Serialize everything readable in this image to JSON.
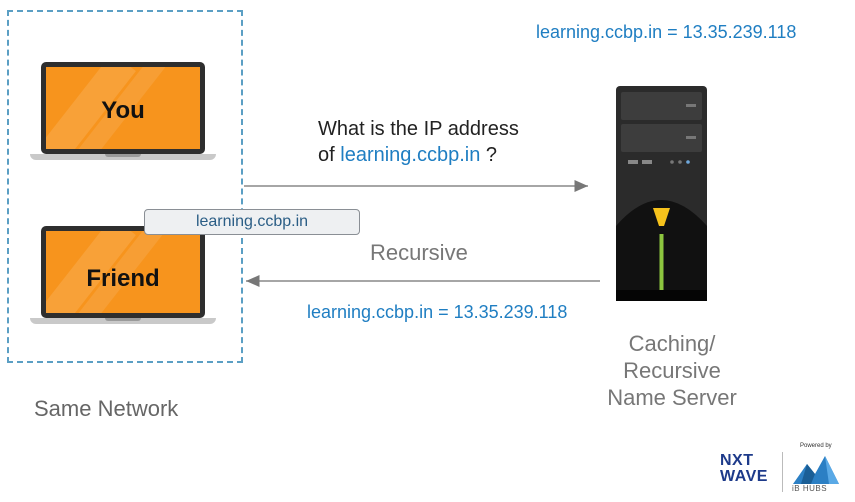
{
  "network": {
    "label": "Same Network"
  },
  "laptops": {
    "you": "You",
    "friend": "Friend"
  },
  "domain_tag": "learning.ccbp.in",
  "question": {
    "line1": "What is the IP address",
    "prefix": "of ",
    "domain": "learning.ccbp.in",
    "suffix": " ?"
  },
  "top_mapping": "learning.ccbp.in = 13.35.239.118",
  "recursive_label": "Recursive",
  "answer_mapping": "learning.ccbp.in = 13.35.239.118",
  "server": {
    "line1": "Caching/",
    "line2": "Recursive",
    "line3": "Name Server"
  },
  "logo": {
    "nxt_line1": "NXT",
    "nxt_line2": "WAVE",
    "powered_by": "Powered by",
    "ib_hubs": "iB HUBS"
  },
  "colors": {
    "accent_blue": "#1f7ec2",
    "screen_orange": "#f7941d",
    "border_dashed": "#5b9fc4",
    "server_yellow": "#f6c21c",
    "server_green": "#8dc63f"
  }
}
